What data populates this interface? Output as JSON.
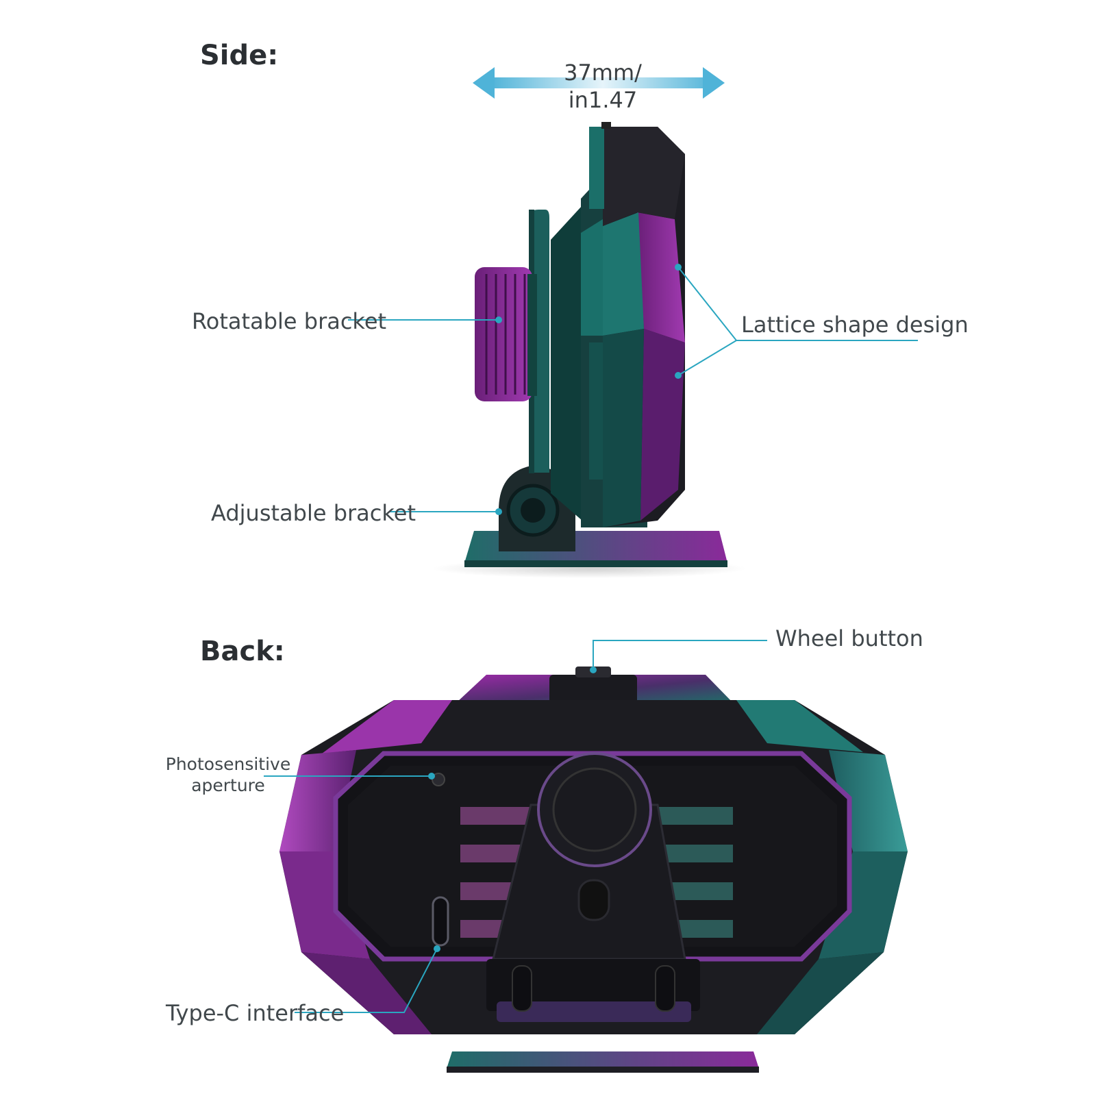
{
  "sections": {
    "side_heading": "Side:",
    "back_heading": "Back:"
  },
  "dimension": {
    "line1": "37mm/",
    "line2": "in1.47"
  },
  "callouts": {
    "rotatable_bracket": "Rotatable bracket",
    "lattice_shape_design": "Lattice shape design",
    "adjustable_bracket": "Adjustable bracket",
    "wheel_button": "Wheel button",
    "photosensitive_line1": "Photosensitive",
    "photosensitive_line2": "aperture",
    "type_c_interface": "Type-C interface"
  },
  "colors": {
    "purple": "#8a2a9a",
    "teal": "#1f6d68",
    "dark": "#1b1b1f",
    "callout_line": "#2aa6c0",
    "arrow": "#4fb3d8"
  }
}
